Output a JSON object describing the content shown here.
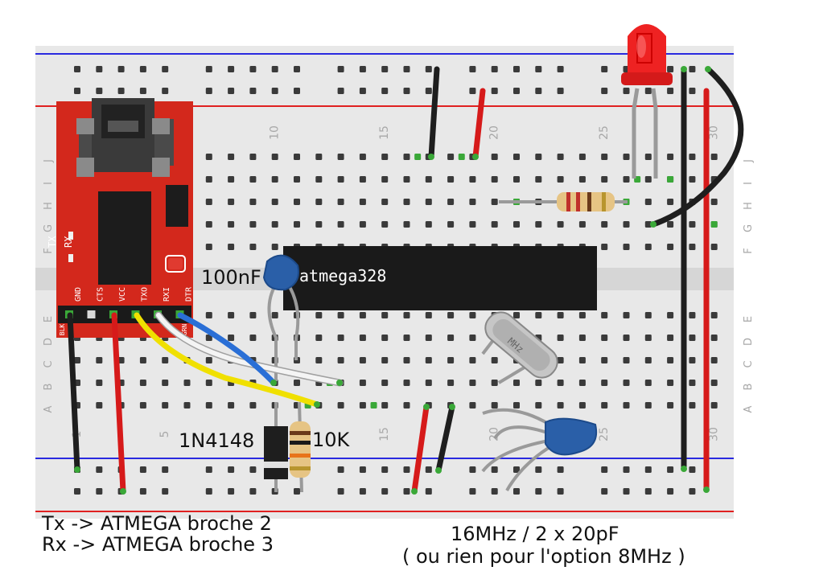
{
  "breadboard": {
    "column_numbers": [
      "1",
      "5",
      "10",
      "15",
      "20",
      "25",
      "30"
    ],
    "row_letters_top": [
      "J",
      "I",
      "H",
      "G",
      "F"
    ],
    "row_letters_bottom": [
      "E",
      "D",
      "C",
      "B",
      "A"
    ]
  },
  "ftdi_board": {
    "title": "FTDI Basic",
    "led_labels": [
      "TX",
      "RX"
    ],
    "pin_labels": [
      "GND",
      "CTS",
      "VCC",
      "TXO",
      "RXI",
      "DTR"
    ],
    "side_labels": [
      "BLK",
      "GRN"
    ]
  },
  "chip": {
    "label": "atmega328"
  },
  "crystal": {
    "label": "MHz"
  },
  "component_labels": {
    "capacitor_100nf": "100nF",
    "diode": "1N4148",
    "resistor_10k": "10K"
  },
  "notes": {
    "tx_line": "Tx -> ATMEGA broche 2",
    "rx_line": "Rx -> ATMEGA broche 3",
    "crystal_line1": "16MHz / 2 x 20pF",
    "crystal_line2": "( ou rien pour l'option 8MHz )"
  },
  "colors": {
    "board": "#e8e8e8",
    "board_gap": "#d4d4d4",
    "rail_blue": "#2a2ae0",
    "rail_red": "#e02020",
    "ftdi_red": "#d3281c",
    "chip_black": "#1a1a1a",
    "wire_black": "#1e1e1e",
    "wire_red": "#d61a1a",
    "wire_yellow": "#f0e000",
    "wire_blue": "#2a6fd6",
    "wire_white": "#f4f4f4",
    "led_red": "#ee2222",
    "cap_blue": "#2a5fa8"
  }
}
